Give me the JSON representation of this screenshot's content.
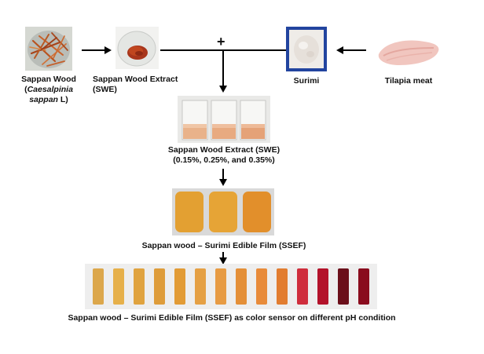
{
  "labels": {
    "sappan_wood_name": "Sappan Wood",
    "sappan_wood_scientific_prefix": "(",
    "sappan_wood_scientific_italic": "Caesalpinia sappan",
    "sappan_wood_scientific_suffix": " L)",
    "extract_line1": "Sappan Wood Extract",
    "extract_line2": "(SWE)",
    "surimi": "Surimi",
    "tilapia": "Tilapia meat",
    "plus_sign": "+",
    "swe_conc_line1": "Sappan Wood Extract (SWE)",
    "swe_conc_line2": "(0.15%, 0.25%, and 0.35%)",
    "edible_film": "Sappan wood – Surimi Edible Film (SSEF)",
    "color_sensor": "Sappan wood – Surimi Edible Film (SSEF) as color sensor on different pH condition"
  },
  "colors": {
    "film_1": "#e3a032",
    "film_2": "#e6a436",
    "film_3": "#e28f2b",
    "strips": [
      "#dca74b",
      "#e6b04a",
      "#e0a33f",
      "#de9c3a",
      "#e29b35",
      "#e5a044",
      "#e79b43",
      "#e48f38",
      "#e88b3a",
      "#e27d30",
      "#cf2d3c",
      "#b3122a",
      "#6b0f1a",
      "#8a0c1e"
    ]
  }
}
